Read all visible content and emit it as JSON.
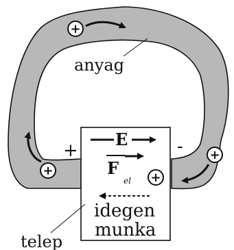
{
  "labels": {
    "material": "anyag",
    "plus_terminal": "+",
    "minus_terminal": "-",
    "field_symbol": "E",
    "force_symbol": "F",
    "force_subscript": "el",
    "work_line1": "idegen",
    "work_line2": "munka",
    "cell": "telep",
    "charge_symbol": "+"
  },
  "colors": {
    "conductor_fill": "#b8b8b8",
    "stroke": "#111111",
    "background": "#ffffff"
  },
  "icons": {
    "charge": "plus-in-circle",
    "field_arrow": "right-arrow",
    "force_arrow": "right-arrow",
    "external_work_arrow": "dashed-left-arrow"
  }
}
